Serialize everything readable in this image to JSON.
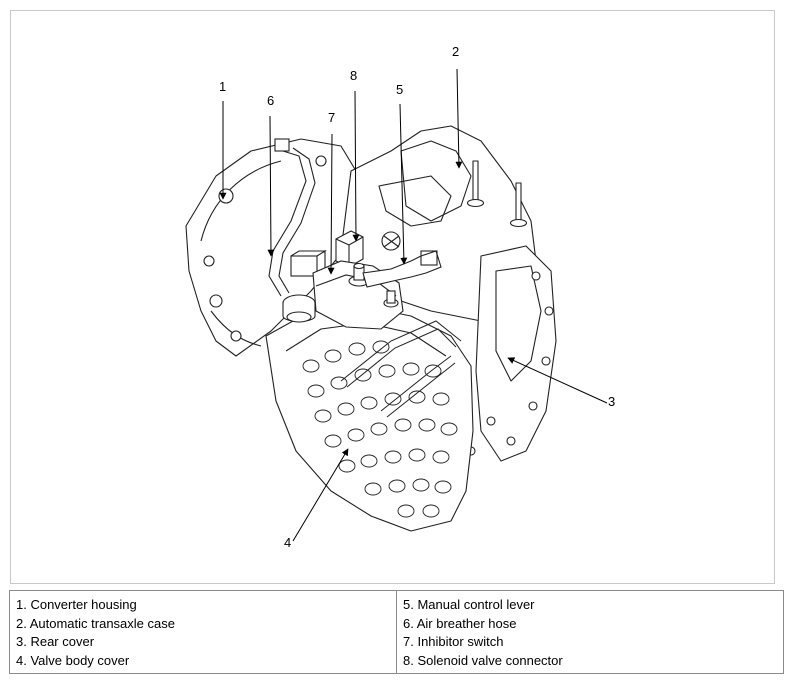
{
  "diagram": {
    "callouts": [
      "1",
      "2",
      "3",
      "4",
      "5",
      "6",
      "7",
      "8"
    ]
  },
  "legend": {
    "left": [
      "1. Converter housing",
      "2. Automatic transaxle case",
      "3. Rear cover",
      "4. Valve body cover"
    ],
    "right": [
      "5. Manual control lever",
      "6. Air breather hose",
      "7. Inhibitor switch",
      "8. Solenoid valve connector"
    ]
  }
}
